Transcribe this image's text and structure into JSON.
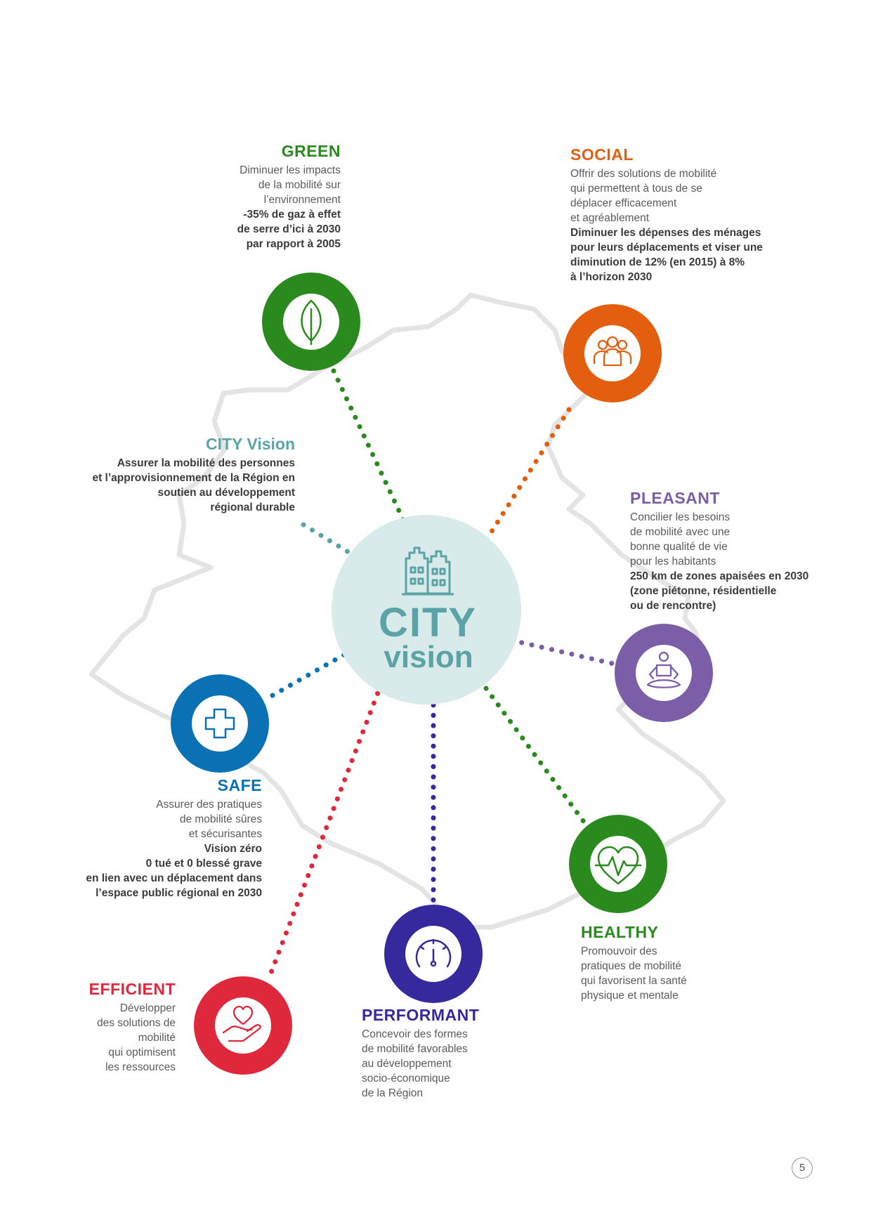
{
  "colors": {
    "green": "#2b8a1e",
    "social": "#e35f0f",
    "pleasant": "#7b5ea7",
    "safe": "#0a71b4",
    "efficient": "#e0283c",
    "performant": "#36289d",
    "healthy": "#2b8a1e",
    "cityvision": "#5ba3a6",
    "hub_fill": "#d8eaea",
    "map_outline": "#e4e4e4"
  },
  "center": {
    "line1": "CITY",
    "line2": "vision",
    "icon": "city-buildings-icon"
  },
  "blocks": {
    "green": {
      "title": "GREEN",
      "desc": "Diminuer les impacts\nde la mobilité sur\nl’environnement",
      "goal": "-35% de gaz à effet\nde serre d’ici à 2030\npar rapport à 2005",
      "icon": "leaf-icon"
    },
    "social": {
      "title": "SOCIAL",
      "desc": "Offrir des solutions de mobilité\nqui permettent à tous de se\ndéplacer efficacement\net agréablement",
      "goal": "Diminuer les dépenses des ménages\npour leurs déplacements et viser une\ndiminution de 12% (en 2015) à 8%\nà l’horizon 2030",
      "icon": "people-group-icon"
    },
    "cityvision": {
      "title": "CITY Vision",
      "goal": "Assurer la mobilité des personnes\net l’approvisionnement de la Région en\nsoutien au développement\nrégional durable"
    },
    "pleasant": {
      "title": "PLEASANT",
      "desc": "Concilier les besoins\nde mobilité avec une\nbonne qualité de vie\npour les habitants",
      "goal": "250 km de zones apaisées en 2030\n(zone piétonne, résidentielle\nou de rencontre)",
      "icon": "meditation-icon"
    },
    "safe": {
      "title": "SAFE",
      "desc": "Assurer des pratiques\nde mobilité sûres\net sécurisantes",
      "goal": "Vision zéro\n0 tué et 0 blessé grave\nen lien avec un déplacement dans\nl’espace public régional en 2030",
      "icon": "medical-cross-icon"
    },
    "healthy": {
      "title": "HEALTHY",
      "desc": "Promouvoir des\npratiques de mobilité\nqui favorisent la santé\nphysique et mentale",
      "icon": "heartbeat-icon"
    },
    "efficient": {
      "title": "EFFICIENT",
      "desc": "Développer\ndes solutions de\nmobilité\nqui optimisent\nles ressources",
      "icon": "hand-heart-icon"
    },
    "performant": {
      "title": "PERFORMANT",
      "desc": "Concevoir des formes\nde mobilité favorables\nau développement\nsocio-économique\nde la Région",
      "icon": "speedometer-icon"
    }
  },
  "page_number": "5"
}
